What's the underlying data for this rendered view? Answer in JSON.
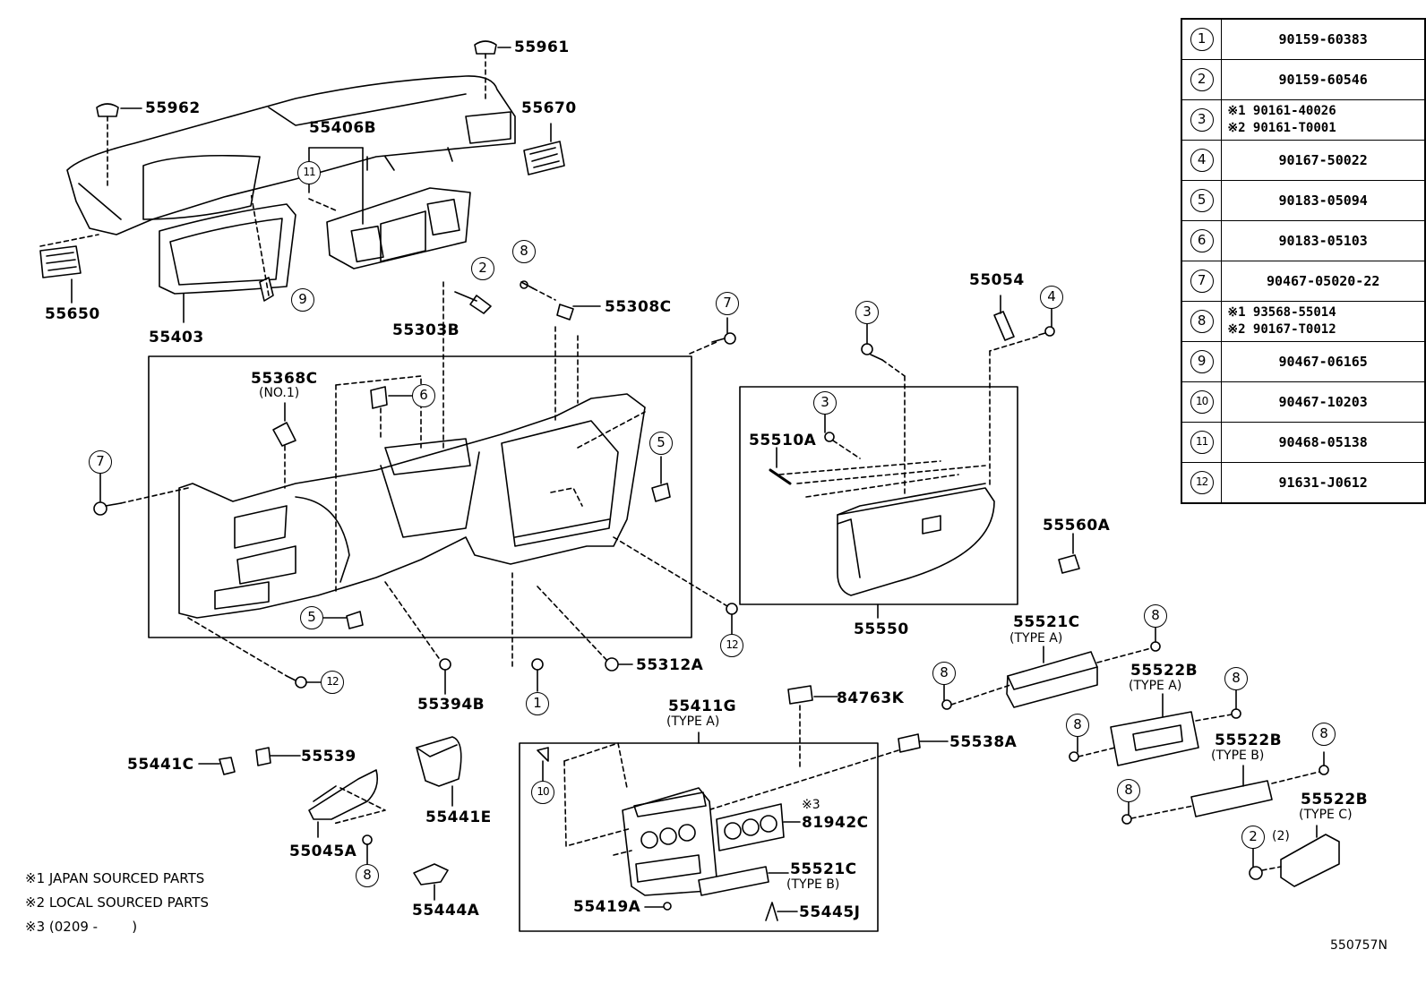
{
  "parts": {
    "p55961": "55961",
    "p55962": "55962",
    "p55670": "55670",
    "p55406B": "55406B",
    "p55650": "55650",
    "p55403": "55403",
    "p55308C": "55308C",
    "p55303B": "55303B",
    "p55054": "55054",
    "p55368C": "55368C",
    "p55368C_sub": "(NO.1)",
    "p55510A": "55510A",
    "p55560A": "55560A",
    "p55550": "55550",
    "p55521C_a": "55521C",
    "p55521C_a_sub": "(TYPE A)",
    "p55312A": "55312A",
    "p55394B": "55394B",
    "p55411G": "55411G",
    "p55411G_sub": "(TYPE A)",
    "p84763K": "84763K",
    "p55522B_a": "55522B",
    "p55522B_a_sub": "(TYPE A)",
    "p55538A": "55538A",
    "p55441C": "55441C",
    "p55539": "55539",
    "p55441E": "55441E",
    "p55045A": "55045A",
    "p81942C": "81942C",
    "p81942C_note": "※3",
    "p55522B_b": "55522B",
    "p55522B_b_sub": "(TYPE B)",
    "p55522B_c": "55522B",
    "p55522B_c_sub": "(TYPE C)",
    "p55521C_b": "55521C",
    "p55521C_b_sub": "(TYPE B)",
    "p55444A": "55444A",
    "p55419A": "55419A",
    "p55445J": "55445J",
    "qty2": "(2)"
  },
  "callouts": {
    "c1": "1",
    "c2": "2",
    "c3": "3",
    "c4": "4",
    "c5": "5",
    "c6": "6",
    "c7": "7",
    "c8": "8",
    "c9": "9",
    "c10": "10",
    "c11": "11",
    "c12": "12"
  },
  "reference_table": [
    {
      "num": "1",
      "values": [
        "90159-60383"
      ]
    },
    {
      "num": "2",
      "values": [
        "90159-60546"
      ]
    },
    {
      "num": "3",
      "values": [
        "※1 90161-40026",
        "※2 90161-T0001"
      ]
    },
    {
      "num": "4",
      "values": [
        "90167-50022"
      ]
    },
    {
      "num": "5",
      "values": [
        "90183-05094"
      ]
    },
    {
      "num": "6",
      "values": [
        "90183-05103"
      ]
    },
    {
      "num": "7",
      "values": [
        "90467-05020-22"
      ]
    },
    {
      "num": "8",
      "values": [
        "※1 93568-55014",
        "※2 90167-T0012"
      ]
    },
    {
      "num": "9",
      "values": [
        "90467-06165"
      ]
    },
    {
      "num": "10",
      "values": [
        "90467-10203"
      ]
    },
    {
      "num": "11",
      "values": [
        "90468-05138"
      ]
    },
    {
      "num": "12",
      "values": [
        "91631-J0612"
      ]
    }
  ],
  "notes": {
    "n1": "※1 JAPAN SOURCED PARTS",
    "n2": "※2 LOCAL SOURCED PARTS",
    "n3": "※3 (0209 -        )"
  },
  "diagram_code": "550757N"
}
